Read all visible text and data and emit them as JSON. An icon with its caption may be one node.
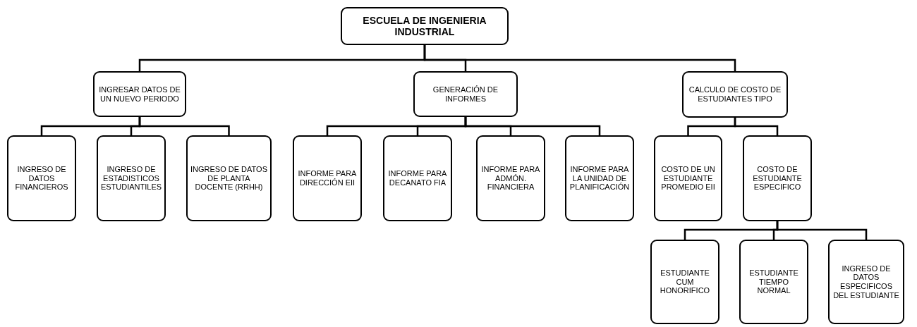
{
  "diagram": {
    "nodes": [
      {
        "text": [
          "ESCUELA DE INGENIERIA INDUSTRIAL"
        ]
      },
      {
        "text": [
          "INGRESAR DATOS DE UN NUEVO PERIODO"
        ]
      },
      {
        "text": [
          "GENERACIÓN DE INFORMES"
        ]
      },
      {
        "text": [
          "CALCULO DE COSTO DE ESTUDIANTES TIPO"
        ]
      },
      {
        "text": [
          "INGRESO DE DATOS FINANCIEROS"
        ]
      },
      {
        "text": [
          "INGRESO DE ESTADISTICOS ESTUDIANTILES"
        ]
      },
      {
        "text": [
          "INGRESO DE DATOS DE PLANTA DOCENTE (RRHH)"
        ]
      },
      {
        "text": [
          "INFORME PARA DIRECCIÓN EII"
        ]
      },
      {
        "text": [
          "INFORME PARA DECANATO FIA"
        ]
      },
      {
        "text": [
          "INFORME PARA ADMÓN. FINANCIERA"
        ]
      },
      {
        "text": [
          "INFORME PARA LA UNIDAD DE PLANIFICACIÓN"
        ]
      },
      {
        "text": [
          "COSTO DE UN ESTUDIANTE PROMEDIO EII"
        ]
      },
      {
        "text": [
          "COSTO DE ESTUDIANTE ESPECIFICO"
        ]
      },
      {
        "text": [
          "ESTUDIANTE CUM HONORIFICO"
        ]
      },
      {
        "text": [
          "ESTUDIANTE TIEMPO NORMAL"
        ]
      },
      {
        "text": [
          "INGRESO DE DATOS ESPECIFICOS DEL ESTUDIANTE"
        ]
      }
    ],
    "edges": [
      {
        "from": 0,
        "to": 1,
        "arrow": "none"
      },
      {
        "from": 0,
        "to": 2,
        "arrow": "none"
      },
      {
        "from": 0,
        "to": 3,
        "arrow": "none"
      },
      {
        "from": 1,
        "to": 4,
        "arrow": "none"
      },
      {
        "from": 1,
        "to": 5,
        "arrow": "none"
      },
      {
        "from": 1,
        "to": 6,
        "arrow": "none"
      },
      {
        "from": 2,
        "to": 7,
        "arrow": "none"
      },
      {
        "from": 2,
        "to": 8,
        "arrow": "none"
      },
      {
        "from": 2,
        "to": 9,
        "arrow": "none"
      },
      {
        "from": 2,
        "to": 10,
        "arrow": "none"
      },
      {
        "from": 3,
        "to": 11,
        "arrow": "none"
      },
      {
        "from": 3,
        "to": 12,
        "arrow": "none"
      },
      {
        "from": 12,
        "to": 13,
        "arrow": "none"
      },
      {
        "from": 12,
        "to": 14,
        "arrow": "none"
      },
      {
        "from": 12,
        "to": 15,
        "arrow": "none"
      }
    ]
  }
}
